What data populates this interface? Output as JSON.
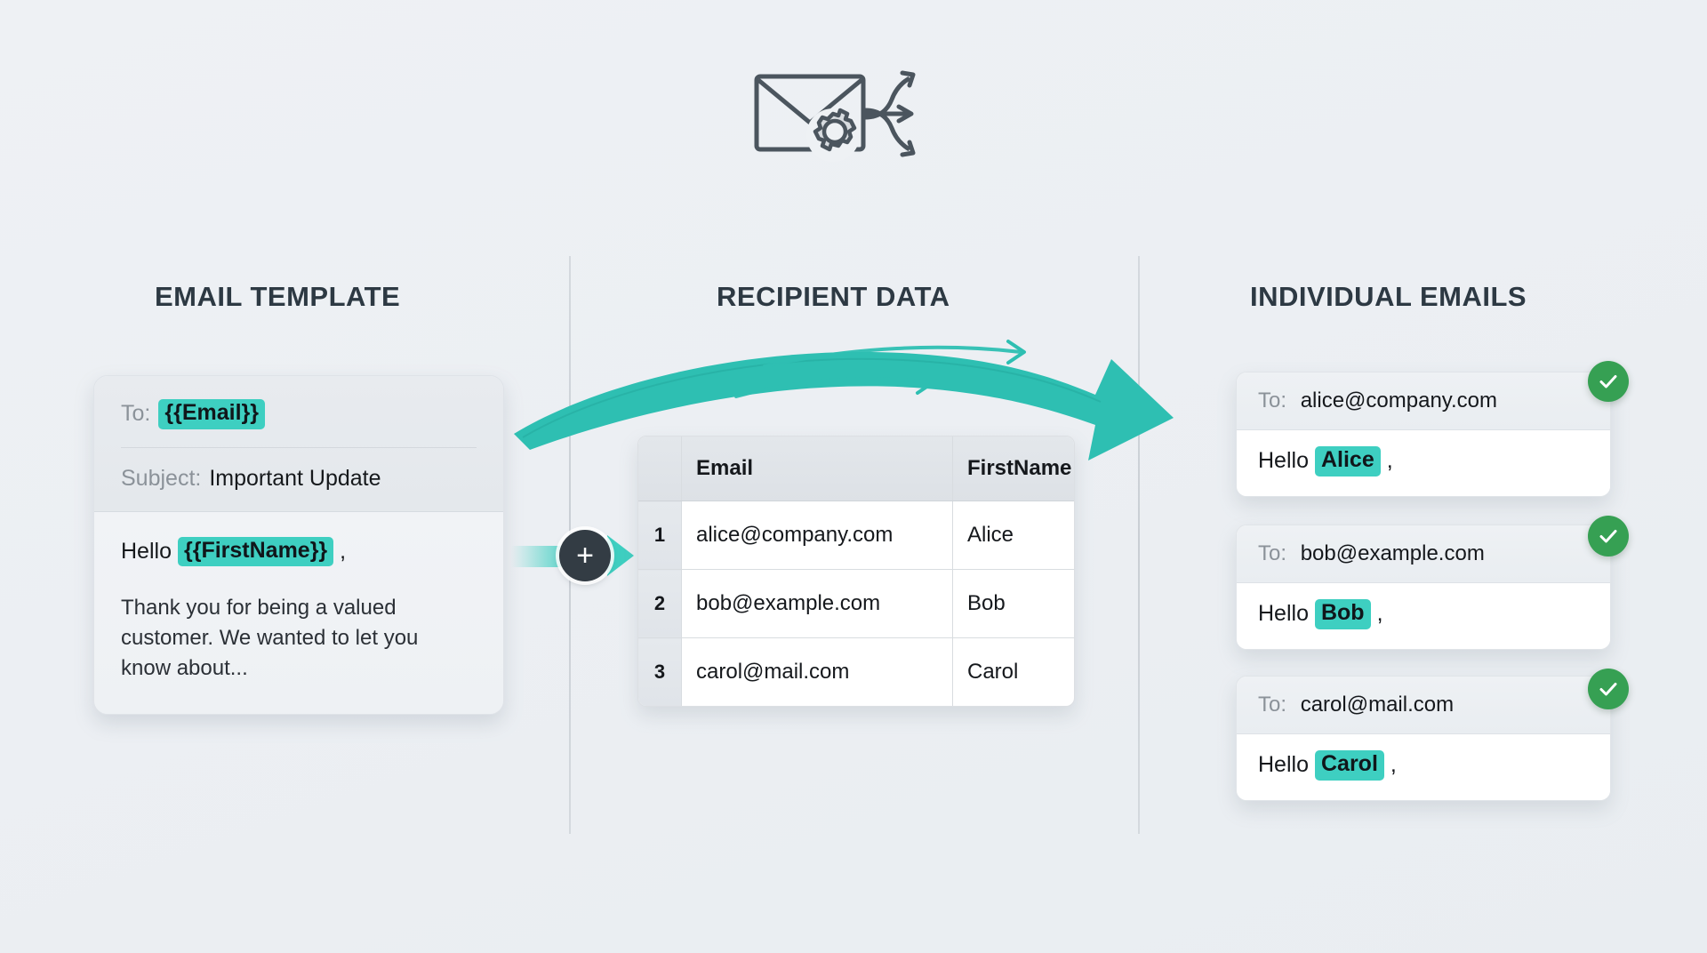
{
  "header": {
    "icon": "envelope-gear-distribute-icon"
  },
  "sections": {
    "template_heading": "EMAIL TEMPLATE",
    "recipient_heading": "RECIPIENT DATA",
    "emails_heading": "INDIVIDUAL EMAILS"
  },
  "template_card": {
    "to_label": "To:",
    "to_token": "{{Email}}",
    "subject_label": "Subject:",
    "subject_value": "Important Update",
    "greeting_prefix": "Hello",
    "greeting_token": "{{FirstName}}",
    "greeting_suffix": ",",
    "body_paragraph": "Thank you for being a valued customer. We wanted to let you know about..."
  },
  "connector": {
    "plus_label": "+",
    "icon": "plus-merge-icon"
  },
  "recipient_table": {
    "columns": [
      "",
      "Email",
      "FirstName"
    ],
    "rows": [
      {
        "index": "1",
        "email": "alice@company.com",
        "firstname": "Alice"
      },
      {
        "index": "2",
        "email": "bob@example.com",
        "firstname": "Bob"
      },
      {
        "index": "3",
        "email": "carol@mail.com",
        "firstname": "Carol"
      }
    ]
  },
  "individual_emails": [
    {
      "to_label": "To:",
      "to_value": "alice@company.com",
      "greeting_prefix": "Hello",
      "greeting_name": "Alice",
      "greeting_suffix": ",",
      "status": "sent-check-icon"
    },
    {
      "to_label": "To:",
      "to_value": "bob@example.com",
      "greeting_prefix": "Hello",
      "greeting_name": "Bob",
      "greeting_suffix": ",",
      "status": "sent-check-icon"
    },
    {
      "to_label": "To:",
      "to_value": "carol@mail.com",
      "greeting_prefix": "Hello",
      "greeting_name": "Carol",
      "greeting_suffix": ",",
      "status": "sent-check-icon"
    }
  ],
  "colors": {
    "accent_teal": "#3ecfc1",
    "arrow_teal": "#29bdb0",
    "heading_dark": "#2d3943",
    "label_gray": "#8b9299",
    "success_green": "#36a053",
    "background": "#eef1f4"
  }
}
